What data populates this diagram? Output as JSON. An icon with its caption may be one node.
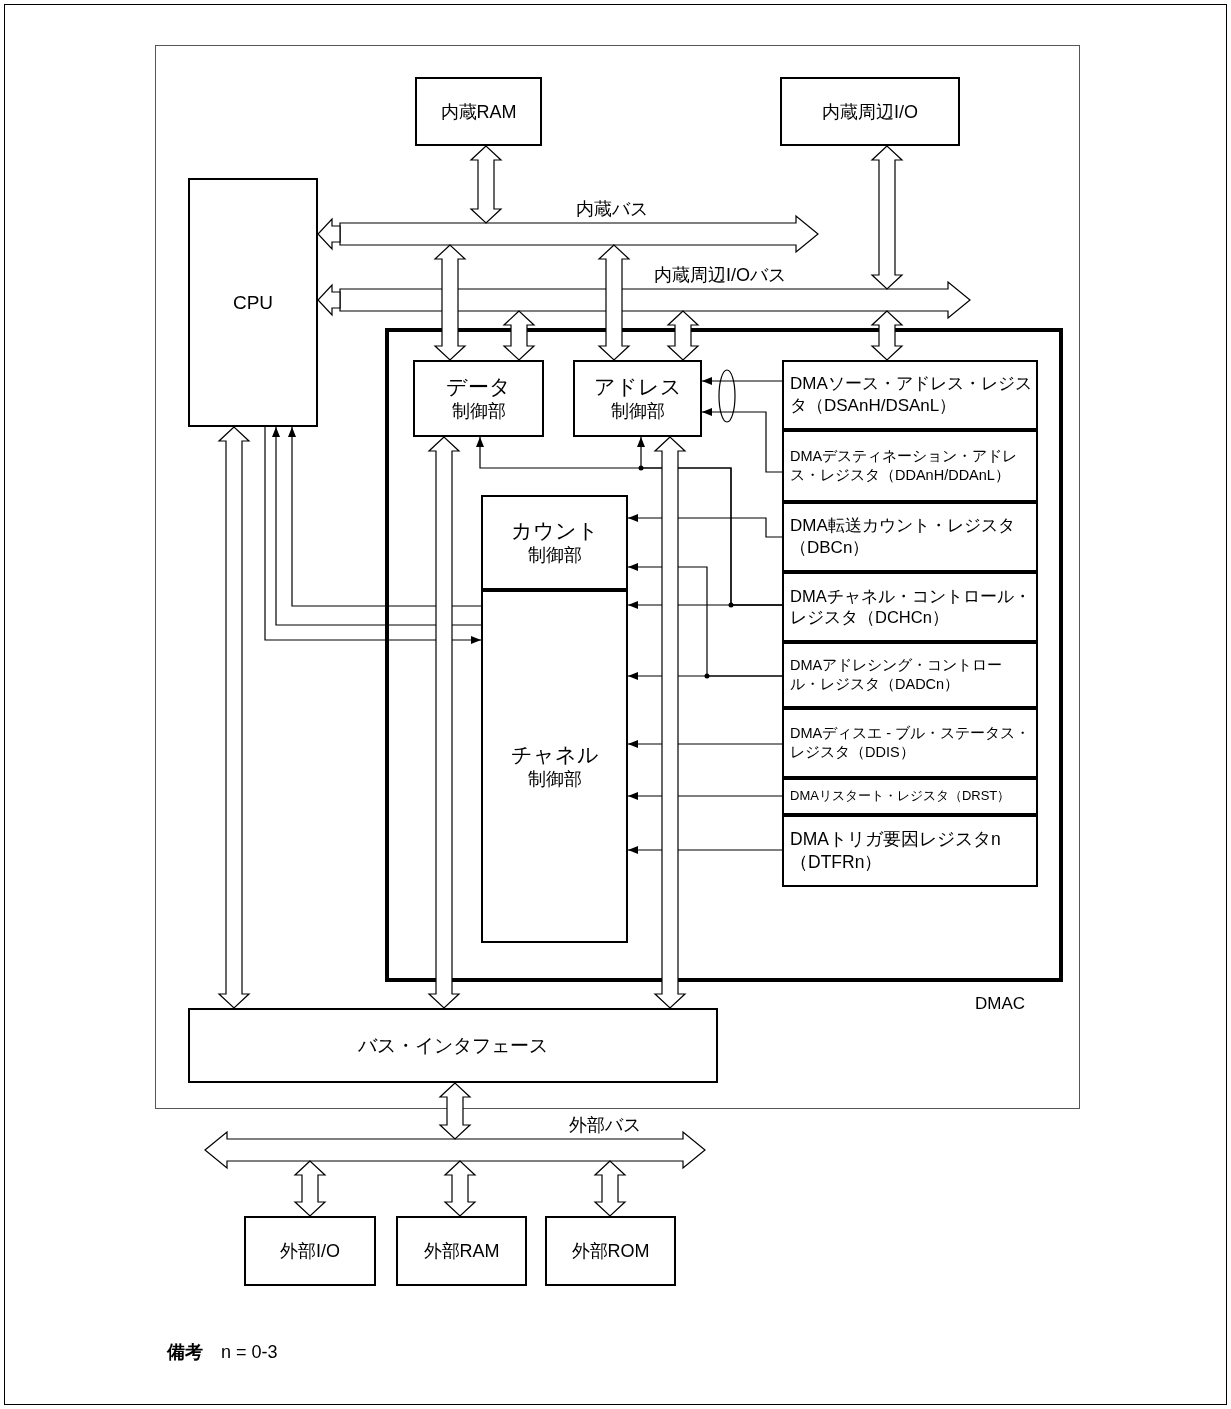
{
  "diagram": {
    "nodes": [
      {
        "text": [],
        "shape": "box"
      },
      {
        "text": [
          "内蔵RAM"
        ],
        "in": 0
      },
      {
        "text": [
          "内蔵周辺I/O"
        ],
        "in": 0
      },
      {
        "text": [
          "CPU"
        ],
        "in": 0
      },
      {
        "text": [
          "内蔵バス"
        ],
        "in": 0
      },
      {
        "text": [
          "内蔵周辺I/Oバス"
        ],
        "in": 0
      },
      {
        "text": [
          "DMAC"
        ],
        "in": 0
      },
      {
        "text": [
          "データ",
          "制御部"
        ],
        "in": 6
      },
      {
        "text": [
          "アドレス",
          "制御部"
        ],
        "in": 6
      },
      {
        "text": [
          "DMAソース・アドレス・レジスタ（DSAnH/DSAnL）"
        ],
        "in": 6
      },
      {
        "text": [
          "DMAデスティネーション・アドレス・レジスタ（DDAnH/DDAnL）"
        ],
        "in": 6
      },
      {
        "text": [
          "カウント",
          "制御部"
        ],
        "in": 6
      },
      {
        "text": [
          "DMA転送カウント・レジスタ（DBCn）"
        ],
        "in": 6
      },
      {
        "text": [
          "チャネル",
          "制御部"
        ],
        "in": 6
      },
      {
        "text": [
          "DMAチャネル・コントロール・レジスタ（DCHCn）"
        ],
        "in": 6
      },
      {
        "text": [
          "DMAアドレシング・コントロール・レジスタ（DADCn）"
        ],
        "in": 6
      },
      {
        "text": [
          "DMAディスエ - ブル・ステータス・レジスタ（DDIS）"
        ],
        "in": 6
      },
      {
        "text": [
          "DMAリスタート・レジスタ（DRST）"
        ],
        "in": 6
      },
      {
        "text": [
          "DMAトリガ要因レジスタn（DTFRn）"
        ],
        "in": 6
      },
      {
        "text": [
          "バス・インタフェース"
        ],
        "in": 0
      },
      {
        "text": [
          "外部バス"
        ]
      },
      {
        "text": [
          "外部I/O"
        ]
      },
      {
        "text": [
          "外部RAM"
        ]
      },
      {
        "text": [
          "外部ROM"
        ]
      }
    ],
    "edges": [
      {
        "from": 1,
        "to": 4,
        "arrow": "both",
        "style": "thick"
      },
      {
        "from": 2,
        "to": 5,
        "arrow": "both",
        "style": "thick"
      },
      {
        "from": 4,
        "to": 7,
        "arrow": "both",
        "style": "thick"
      },
      {
        "from": 5,
        "to": 7,
        "arrow": "both",
        "style": "thick"
      },
      {
        "from": 4,
        "to": 8,
        "arrow": "both",
        "style": "thick"
      },
      {
        "from": 5,
        "to": 8,
        "arrow": "both",
        "style": "thick"
      },
      {
        "from": 5,
        "to": 9,
        "arrow": "both",
        "style": "thick"
      },
      {
        "from": 9,
        "to": 8,
        "arrow": "to"
      },
      {
        "from": 10,
        "to": 8,
        "arrow": "to"
      },
      {
        "from": 12,
        "to": 11,
        "arrow": "to"
      },
      {
        "from": 14,
        "to": 7,
        "arrow": "to"
      },
      {
        "from": 14,
        "to": 8,
        "arrow": "to"
      },
      {
        "from": 14,
        "to": 13,
        "arrow": "to"
      },
      {
        "from": 15,
        "to": 11,
        "arrow": "to"
      },
      {
        "from": 15,
        "to": 13,
        "arrow": "to"
      },
      {
        "from": 16,
        "to": 13,
        "arrow": "to"
      },
      {
        "from": 17,
        "to": 13,
        "arrow": "to"
      },
      {
        "from": 18,
        "to": 13,
        "arrow": "to"
      },
      {
        "from": 13,
        "to": 3,
        "arrow": "to"
      },
      {
        "from": 13,
        "to": 3,
        "arrow": "to"
      },
      {
        "from": 3,
        "to": 13,
        "arrow": "to"
      },
      {
        "from": 3,
        "to": 19,
        "arrow": "both",
        "style": "thick"
      },
      {
        "from": 7,
        "to": 19,
        "arrow": "both",
        "style": "thick"
      },
      {
        "from": 8,
        "to": 19,
        "arrow": "both",
        "style": "thick"
      },
      {
        "from": 19,
        "to": 20,
        "arrow": "both",
        "style": "thick"
      },
      {
        "from": 20,
        "to": 21,
        "arrow": "both",
        "style": "thick"
      },
      {
        "from": 20,
        "to": 22,
        "arrow": "both",
        "style": "thick"
      },
      {
        "from": 20,
        "to": 23,
        "arrow": "both",
        "style": "thick"
      },
      {
        "from": 4,
        "to": 3,
        "arrow": "to",
        "style": "thick"
      },
      {
        "from": 5,
        "to": 3,
        "arrow": "to",
        "style": "thick"
      }
    ],
    "labels": [
      "**備考**　n = 0-3"
    ]
  }
}
